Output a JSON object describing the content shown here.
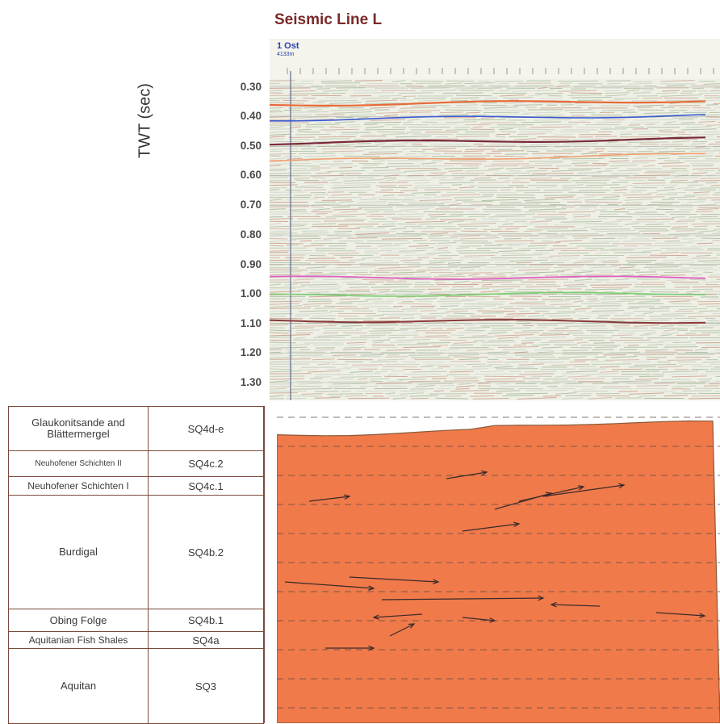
{
  "title": "Seismic Line L",
  "y_axis": {
    "label": "TWT (sec)",
    "ticks": [
      "0.30",
      "0.40",
      "0.50",
      "0.60",
      "0.70",
      "0.80",
      "0.90",
      "1.00",
      "1.10",
      "1.20",
      "1.30"
    ]
  },
  "well": {
    "name": "1 Ost",
    "depth": "4133m"
  },
  "stratigraphy": [
    {
      "unit": "Glaukonitsande and Blättermergel",
      "sequence": "SQ4d-e",
      "color": "#f07a4a"
    },
    {
      "unit": "Neuhofener Schichten II",
      "sequence": "SQ4c.2",
      "color": "#8a80c8"
    },
    {
      "unit": "Neuhofener Schichten I",
      "sequence": "SQ4c.1",
      "color": "#9a8070"
    },
    {
      "unit": "Burdigal",
      "sequence": "SQ4b.2",
      "color": "#f6ae82"
    },
    {
      "unit": "Obing Folge",
      "sequence": "SQ4b.1",
      "color": "#e67ac0"
    },
    {
      "unit": "Aquitanian Fish Shales",
      "sequence": "SQ4a",
      "color": "#c2e2b0"
    },
    {
      "unit": "Aquitan",
      "sequence": "SQ3",
      "color": "#b48a72"
    }
  ],
  "horizon_colors": [
    "#e86a3a",
    "#3a5ad0",
    "#7a2a3a",
    "#f0a070",
    "#e060c0",
    "#7ad070",
    "#8a3a3a"
  ]
}
